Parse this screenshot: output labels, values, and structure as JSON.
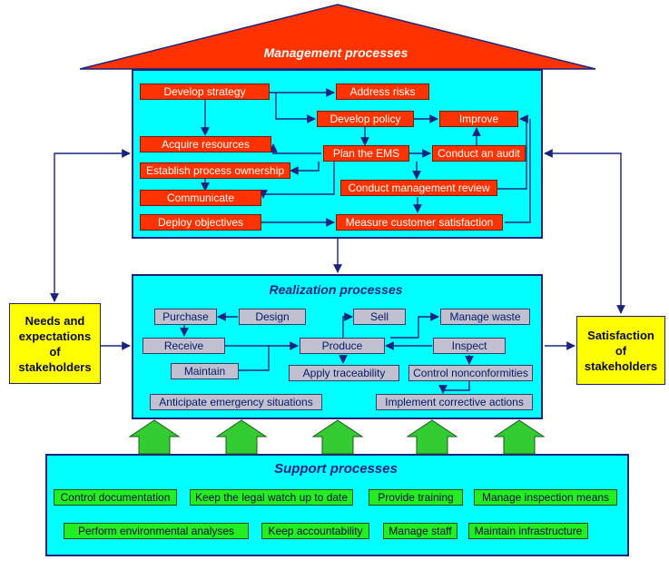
{
  "colors": {
    "management_fill": "#ff3300",
    "panel_fill": "#00ffff",
    "realization_box_fill": "#c0c0d0",
    "support_box_fill": "#22ee22",
    "stakeholder_fill": "#ffff00",
    "border_dark": "#1a237e",
    "support_arrow_fill": "#33cc33"
  },
  "management": {
    "title": "Management processes",
    "develop_strategy": "Develop strategy",
    "address_risks": "Address risks",
    "develop_policy": "Develop policy",
    "improve": "Improve",
    "acquire_resources": "Acquire resources",
    "plan_ems": "Plan the EMS",
    "conduct_audit": "Conduct an audit",
    "establish_ownership": "Establish process ownership",
    "communicate": "Communicate",
    "management_review": "Conduct management review",
    "deploy_objectives": "Deploy objectives",
    "customer_satisfaction": "Measure customer satisfaction"
  },
  "realization": {
    "title": "Realization processes",
    "purchase": "Purchase",
    "design": "Design",
    "sell": "Sell",
    "manage_waste": "Manage waste",
    "receive": "Receive",
    "produce": "Produce",
    "inspect": "Inspect",
    "maintain": "Maintain",
    "apply_traceability": "Apply traceability",
    "control_nonconformities": "Control nonconformities",
    "anticipate_emergency": "Anticipate emergency situations",
    "corrective_actions": "Implement corrective actions"
  },
  "support": {
    "title": "Support processes",
    "control_documentation": "Control documentation",
    "legal_watch": "Keep the legal watch up to date",
    "provide_training": "Provide training",
    "inspection_means": "Manage inspection means",
    "environmental_analyses": "Perform environmental analyses",
    "keep_accountability": "Keep accountability",
    "manage_staff": "Manage staff",
    "maintain_infrastructure": "Maintain infrastructure"
  },
  "needs": {
    "line1": "Needs and",
    "line2": "expectations",
    "line3": "of",
    "line4": "stakeholders"
  },
  "satisfaction": {
    "line1": "Satisfaction",
    "line2": "of",
    "line3": "stakeholders"
  }
}
